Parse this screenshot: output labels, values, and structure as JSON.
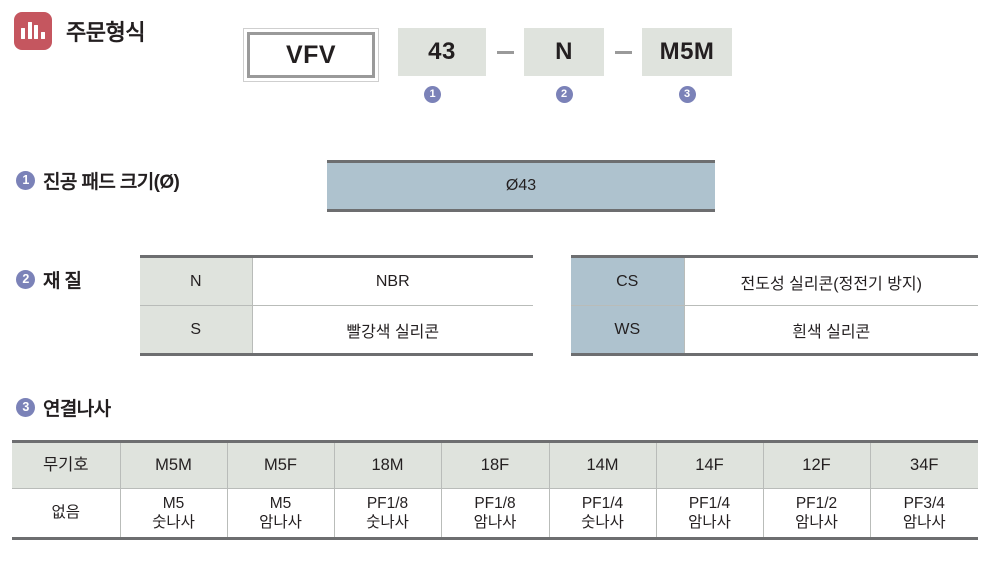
{
  "header": {
    "title": "주문형식",
    "icon": "bar-chart-icon",
    "icon_color": "#C5565F"
  },
  "order_code": {
    "series": "VFV",
    "segments": [
      {
        "value": "43",
        "marker": "❶"
      },
      {
        "value": "N",
        "marker": "❷"
      },
      {
        "value": "M5M",
        "marker": "❸"
      }
    ],
    "separator": "—",
    "box_color": "#DFE3DD",
    "marker_color": "#7B82B8"
  },
  "sections": [
    {
      "number": "❶",
      "title": "진공 패드 크기(Ø)",
      "bar_value": "Ø43",
      "bar_color": "#AEC2CE"
    },
    {
      "number": "❷",
      "title": "재 질",
      "left_table": [
        {
          "code": "N",
          "desc": "NBR"
        },
        {
          "code": "S",
          "desc": "빨강색 실리콘"
        }
      ],
      "right_table": [
        {
          "code": "CS",
          "desc": "전도성 실리콘(정전기 방지)"
        },
        {
          "code": "WS",
          "desc": "흰색 실리콘"
        }
      ],
      "left_key_color": "#DFE3DD",
      "right_key_color": "#AEC2CE"
    },
    {
      "number": "❸",
      "title": "연결나사",
      "headers": [
        "무기호",
        "M5M",
        "M5F",
        "18M",
        "18F",
        "14M",
        "14F",
        "12F",
        "34F"
      ],
      "values": [
        "없음",
        "M5\n숫나사",
        "M5\n암나사",
        "PF1/8\n숫나사",
        "PF1/8\n암나사",
        "PF1/4\n숫나사",
        "PF1/4\n암나사",
        "PF1/2\n암나사",
        "PF3/4\n암나사"
      ],
      "header_color": "#DFE3DD"
    }
  ]
}
